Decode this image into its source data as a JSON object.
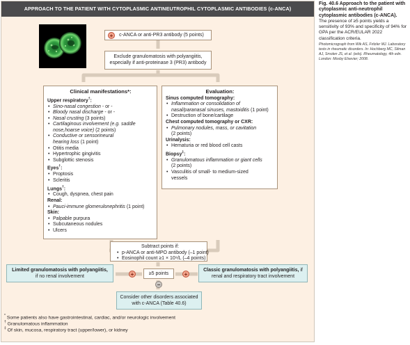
{
  "banner": "APPROACH TO THE PATIENT WITH CYTOPLASMIC ANTINEUTROPHIL CYTOPLASMIC ANTIBODIES (c-ANCA)",
  "start": {
    "sign": "+",
    "text": "c-ANCA or anti-PR3 antibody (5 points)"
  },
  "exclude": {
    "line1": "Exclude granulomatosis with polyangiitis,",
    "line2": "especially if anti-proteinase 3 (PR3) antibody"
  },
  "clinical": {
    "title": "Clinical manifestations",
    "title_mark": "*",
    "upper_resp": "Upper respiratory",
    "upper_mark": "†",
    "upper_items": [
      [
        "Sino-nasal congestion",
        " - or -"
      ],
      [
        "Bloody nasal discharge",
        " - or -"
      ],
      [
        "Nasal crusting",
        " (3 points)"
      ],
      [
        "Cartilaginous involvement (e.g. saddle",
        ""
      ],
      [
        "nose,hoarse voice)",
        " (2 points)"
      ],
      [
        "Conductive or sensorineural",
        ""
      ],
      [
        "hearing loss",
        " (1 point)"
      ],
      [
        "",
        "Otitis media"
      ],
      [
        "",
        "Hypertrophic gingivitis"
      ],
      [
        "",
        "Subglottic stenosis"
      ]
    ],
    "eyes": "Eyes",
    "eyes_mark": "†",
    "eyes_items": [
      "Proptosis",
      "Scleritis"
    ],
    "lungs": "Lungs",
    "lungs_mark": "†",
    "lungs_items": [
      "Cough, dyspnea, chest pain"
    ],
    "renal": "Renal:",
    "renal_items": [
      [
        "Pauci-immune glomerulonephritis",
        " (1 point)"
      ]
    ],
    "skin": "Skin:",
    "skin_items": [
      "Palpable purpura",
      "Subcutaneous nodules",
      "Ulcers"
    ]
  },
  "evaluation": {
    "title": "Evaluation:",
    "sinus": "Sinus computed tomography:",
    "sinus_items": [
      [
        "Inflammation or consolidation of",
        ""
      ],
      [
        "nasal/paranasal sinuses, mastoiditis",
        " (1 point)"
      ],
      [
        "",
        "Destruction of bone/cartilage"
      ]
    ],
    "chest": "Chest computed tomography or CXR:",
    "chest_items": [
      [
        "Pulmonary nodules, mass, or cavitation",
        ""
      ],
      [
        "",
        "(2 points)"
      ]
    ],
    "urinalysis": "Urinalysis:",
    "urinalysis_items": [
      "Hematuria or red blood cell casts"
    ],
    "biopsy": "Biopsy",
    "biopsy_mark": "‡",
    "biopsy_items": [
      [
        "Granulomatous inflammation or giant cells",
        ""
      ],
      [
        "",
        "(2 points)"
      ],
      [
        "",
        "Vasculitis of small- to medium-sized"
      ],
      [
        "",
        "vessels"
      ]
    ]
  },
  "subtract": {
    "title": "Subtract points if:",
    "items": [
      "p-ANCA or anti-MPO antibody (–1 point)",
      "Eosinophil count ≥1 × 10⁹/L (–4 points)"
    ]
  },
  "threshold": "≥5 points",
  "limited": {
    "title": "Limited granulomatosis with polyangiitis,",
    "sub": "if no renal involvement"
  },
  "classic": {
    "title": "Classic granulomatosis with polyangiitis,",
    "title_suffix": " if",
    "sub": "renal and respiratory tract involvement"
  },
  "consider": {
    "line1": "Consider other disorders associated",
    "line2": "with c-ANCA (Table 40.6)"
  },
  "signs": {
    "plus": "+",
    "minus": "−"
  },
  "footnotes": [
    {
      "mark": "*",
      "text": " Some patients also have gastrointestinal, cardiac, and/or neurologic involvement"
    },
    {
      "mark": "†",
      "text": " Granulomatous inflammation"
    },
    {
      "mark": "‡",
      "text": " Of skin, mucosa, respiratory tract (upper/lower), or kidney"
    }
  ],
  "caption": {
    "title": "Fig. 40.6 Approach to the patient with cytoplasmic anti-neutrophil cytoplasmic antibodies (c-ANCA).",
    "body": "The presence of ≥5 points yields a sensitivity of 93% and specificity of 94% for GPA per the ACR/EULAR 2022 classification criteria.",
    "source": "Photomicrograph from Wik AS, Fritzler MJ. Laboratory tests in rheumatic disorders. In: Hochberg MC, Silman AJ, Smolen JS, et al. (eds). Rheumatology, 4th edn. London: Mosby Elsevier; 2008."
  },
  "colors": {
    "banner": "#4b4b4d",
    "panel": "#fdf0e3",
    "box_border": "#a8927a",
    "outcome": "#dcf0f0",
    "plus": "#f2a58d",
    "arrow": "#d9cbbb"
  }
}
